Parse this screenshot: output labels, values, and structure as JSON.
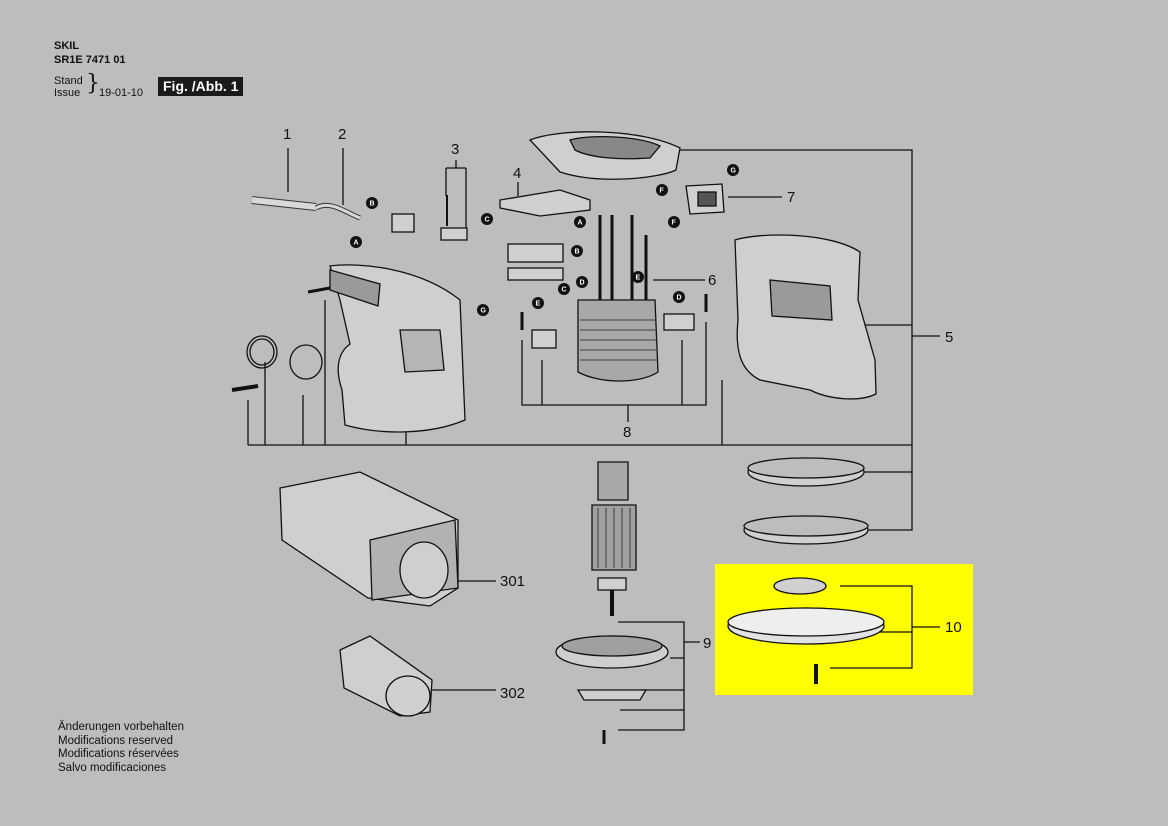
{
  "header": {
    "brand": "SKIL",
    "model": "SR1E 7471 01",
    "stand_label": "Stand",
    "issue_label": "Issue",
    "date": "19-01-10",
    "figure": "Fig. /Abb. 1"
  },
  "notes": [
    "Änderungen vorbehalten",
    "Modifications reserved",
    "Modifications réservées",
    "Salvo modificaciones"
  ],
  "part_numbers": {
    "p1": "1",
    "p2": "2",
    "p3": "3",
    "p4": "4",
    "p5": "5",
    "p6": "6",
    "p7": "7",
    "p8": "8",
    "p9": "9",
    "p10": "10",
    "p301": "301",
    "p302": "302"
  },
  "connector_letters": {
    "a": "A",
    "b": "B",
    "c": "C",
    "d": "D",
    "e": "E",
    "f": "F",
    "g": "G"
  },
  "colors": {
    "background": "#bdbdbd",
    "highlight": "#ffff00",
    "line": "#111111"
  }
}
